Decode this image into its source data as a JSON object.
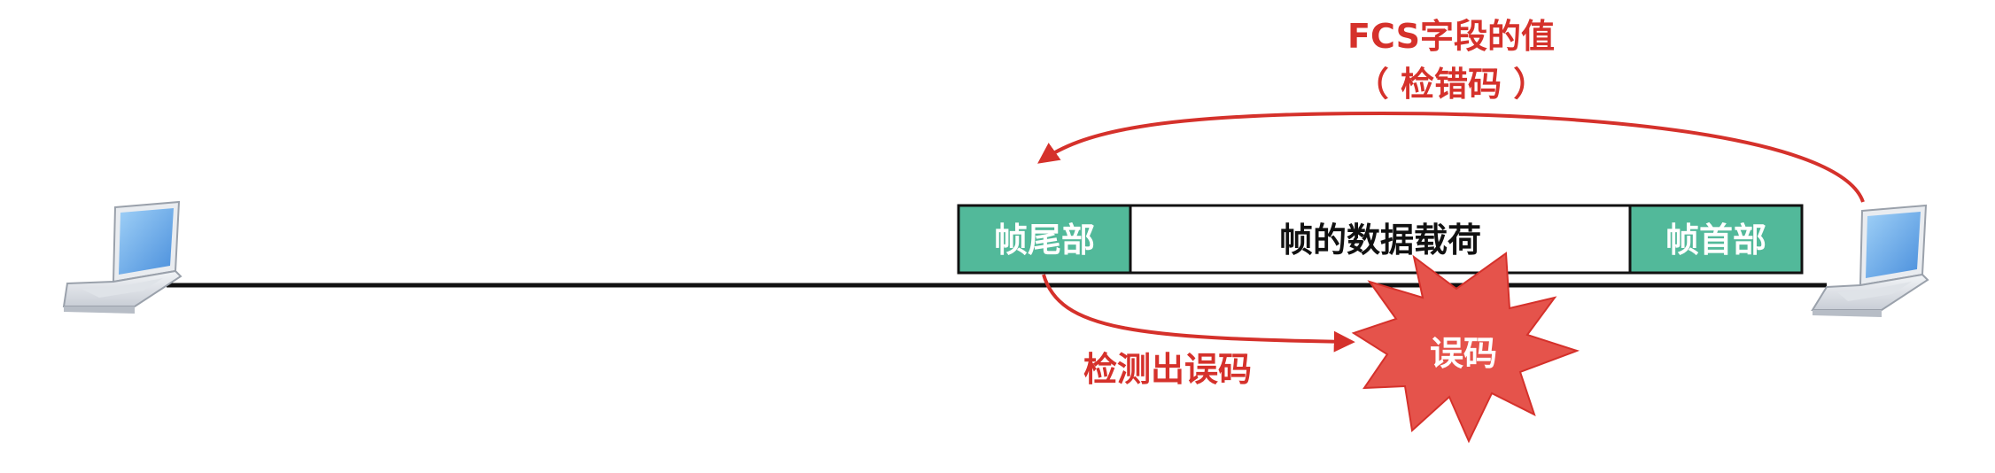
{
  "annotations": {
    "fcs_line1": "FCS字段的值",
    "fcs_line2": "（ 检错码 ）",
    "detected": "检测出误码",
    "error": "误码"
  },
  "frame": {
    "trailer": "帧尾部",
    "payload": "帧的数据载荷",
    "header": "帧首部"
  },
  "colors": {
    "accent_red": "#d5312b",
    "burst_red": "#e5534b",
    "cell_green": "#52b99a",
    "laptop_screen": "#6ea9e6"
  }
}
